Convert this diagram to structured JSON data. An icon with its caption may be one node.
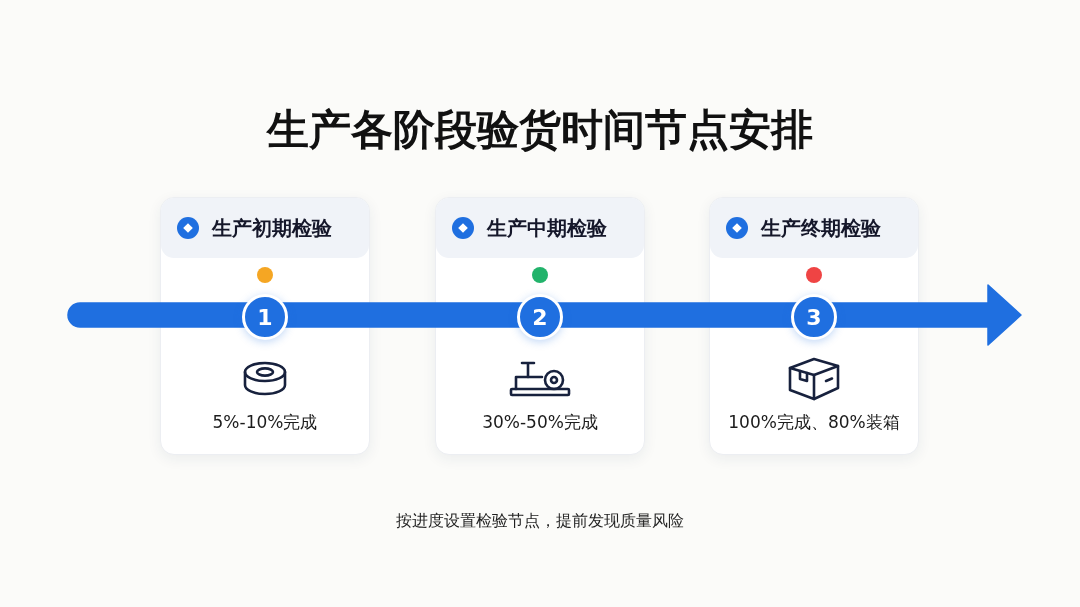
{
  "diagram": {
    "title": "生产各阶段验货时间节点安排",
    "caption": "按进度设置检验节点，提前发现质量风险",
    "nodes": [
      {
        "text": [
          "生产初期检验",
          "5%-10%完成"
        ]
      },
      {
        "text": [
          "1"
        ],
        "in": 0
      },
      {
        "text": [
          "生产中期检验",
          "30%-50%完成"
        ]
      },
      {
        "text": [
          "2"
        ],
        "in": 2
      },
      {
        "text": [
          "生产终期检验",
          "100%完成、80%装箱"
        ]
      },
      {
        "text": [
          "3"
        ],
        "in": 4
      }
    ]
  }
}
